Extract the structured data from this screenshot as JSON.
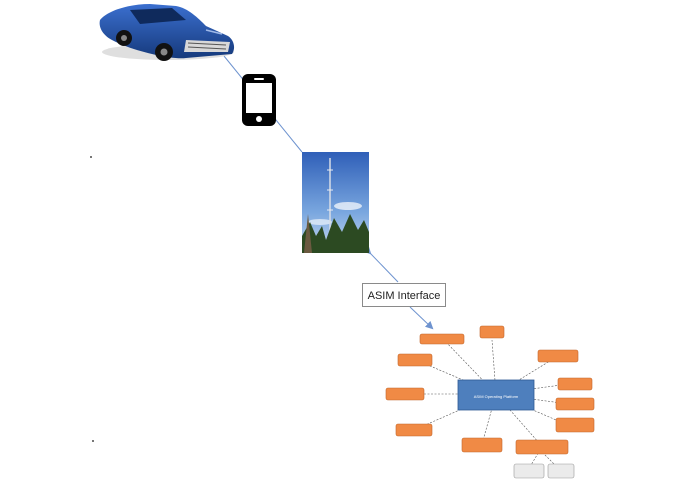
{
  "interface_label": "ASIM Interface",
  "platform_label": "ASIM Operating Platform",
  "colors": {
    "connector": "#6e93cf",
    "car_body": "#1f4fa0",
    "module_fill": "#f08a45",
    "platform_fill": "#4e7fbd"
  },
  "icons": [
    "car-icon",
    "phone-icon",
    "cell-tower-photo",
    "platform-diagram-icon"
  ]
}
